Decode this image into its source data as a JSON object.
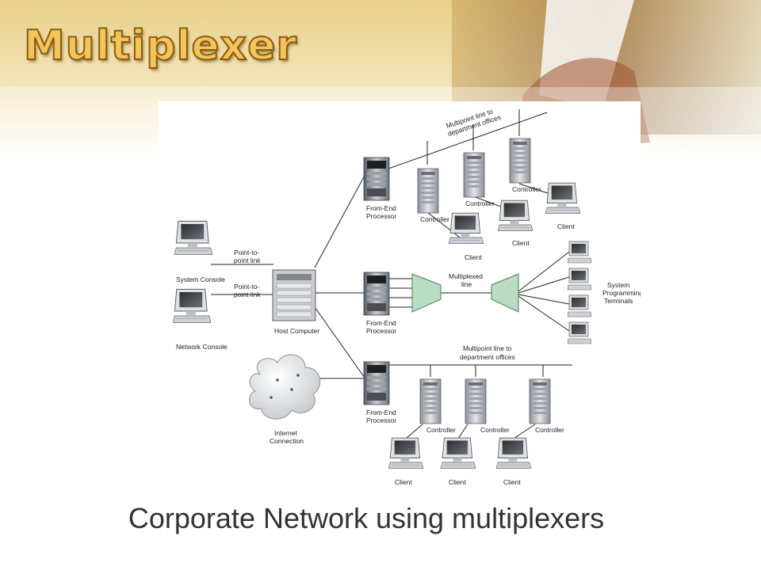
{
  "slide": {
    "title": "Multiplexer",
    "caption": "Corporate Network using multiplexers"
  },
  "diagram": {
    "system_console": "System Console",
    "network_console": "Network Console",
    "host_computer": "Host Computer",
    "p2p_link_1": [
      "Point-to-",
      "point link"
    ],
    "p2p_link_2": [
      "Point-to-",
      "point link"
    ],
    "fep_top": [
      "From-End",
      "Processor"
    ],
    "fep_mid": [
      "From-End",
      "Processor"
    ],
    "fep_bot": [
      "From-End",
      "Processor"
    ],
    "multipoint_top": [
      "Multipoint line to",
      "department offices"
    ],
    "multipoint_bottom": [
      "Multipoint line to",
      "department offices"
    ],
    "multiplexed_line": [
      "Multiplexed",
      "line"
    ],
    "system_programming_terminals": [
      "System",
      "Programming",
      "Terminals"
    ],
    "internet_connection": [
      "Internet",
      "Connection"
    ],
    "controller": "Controller",
    "client": "Client"
  },
  "colors": {
    "banner_gold": "#f1e4b5",
    "title_fill": "#f3c45a",
    "mux_green": "#b9dcc2"
  }
}
